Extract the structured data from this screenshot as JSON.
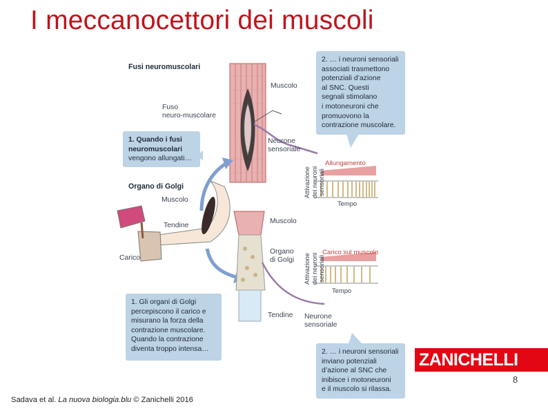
{
  "slide": {
    "title": "I meccanocettori dei muscoli",
    "page_number": "8",
    "credit_authors": "Sadava et al. ",
    "credit_book": "La nuova biologia.blu",
    "credit_publisher": " © Zanichelli 2016",
    "logo_text": "ZANICHELLI"
  },
  "figure": {
    "heading_spindle": "Fusi neuromuscolari",
    "heading_golgi": "Organo di Golgi",
    "labels": {
      "muscolo_top": "Muscolo",
      "fuso": "Fuso\nneuro-muscolare",
      "neurone_top": "Neurone\nsensoriale",
      "muscolo_arm": "Muscolo",
      "tendine_arm": "Tendine",
      "carico": "Carico",
      "muscolo_mid": "Muscolo",
      "organo_golgi": "Organo\ndi Golgi",
      "tendine_bottom": "Tendine",
      "neurone_bottom": "Neurone\nsensoriale"
    },
    "graph_top": {
      "ylabel": "Attivazione\ndei neuroni sensoriali",
      "stimulus": "Allungamento",
      "xlabel": "Tempo"
    },
    "graph_bottom": {
      "ylabel": "Attivazione\ndei neuroni sensoriali",
      "stimulus": "Carico sul muscolo",
      "xlabel": "Tempo"
    },
    "boxes": {
      "box1_bold": "1. Quando i fusi\nneuromuscolari",
      "box1_rest": "\nvengono allungati…",
      "box2_top": "2. … i neuroni sensoriali\nassociati trasmettono\npotenziali d’azione\nal SNC. Questi\nsegnali stimolano\ni motoneuroni che\npromuovono la\ncontrazione muscolare.",
      "box3": "1. Gli organi di Golgi\npercepiscono il carico e\nmisurano la forza della\ncontrazione muscolare.\nQuando la contrazione\ndiventa troppo intensa…",
      "box4": "2. … i neuroni sensoriali\ninviano potenziali\nd’azione al SNC che\ninibisce i motoneuroni\ne il muscolo si rilassa."
    }
  },
  "colors": {
    "title": "#c0141c",
    "box": "#bdd3e6",
    "muscle": "#e3a0a0",
    "logo": "#e30613"
  }
}
